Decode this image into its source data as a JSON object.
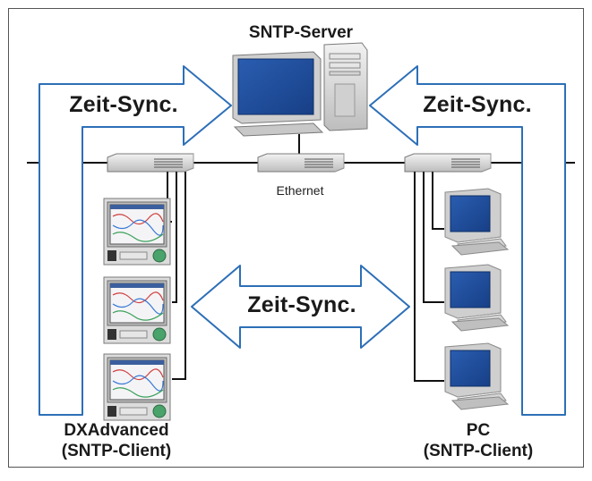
{
  "labels": {
    "server": "SNTP-Server",
    "ethernet": "Ethernet",
    "sync_left": "Zeit-Sync.",
    "sync_right": "Zeit-Sync.",
    "sync_center": "Zeit-Sync.",
    "client_left_name": "DXAdvanced",
    "client_left_role": "(SNTP-Client)",
    "client_right_name": "PC",
    "client_right_role": "(SNTP-Client)"
  },
  "colors": {
    "arrow_stroke": "#2d6fb7",
    "screen": "#1f4fa0",
    "device_body": "#d9d9d9",
    "line": "#111111"
  },
  "icons": {
    "server": "server-computer-icon",
    "switch": "network-switch-icon",
    "recorder": "dxadvanced-recorder-icon",
    "pc": "pc-workstation-icon"
  }
}
